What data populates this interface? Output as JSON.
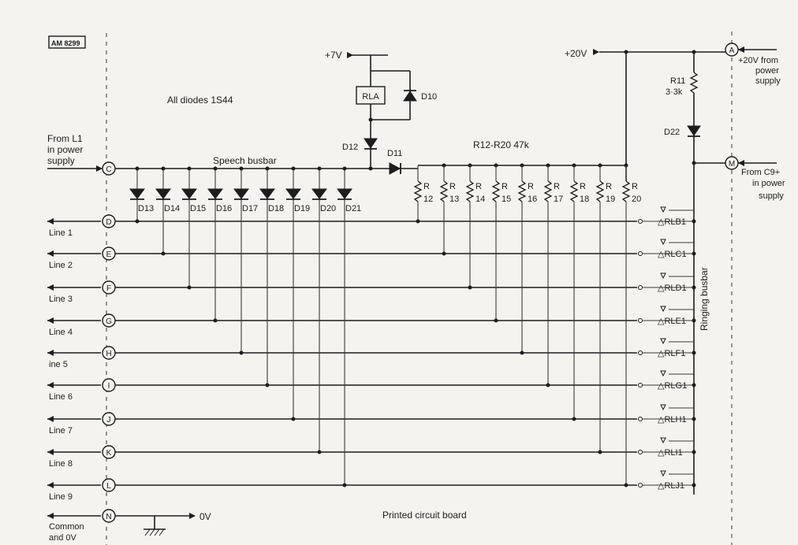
{
  "ref_code": "AM 8299",
  "labels": {
    "all_diodes": "All diodes  1S44",
    "speech_busbar": "Speech busbar",
    "r_range": "R12-R20  47k",
    "ringing_busbar": "Ringing busbar",
    "pcb": "Printed circuit board",
    "plus7": "+7V",
    "plus20": "+20V",
    "zero_v": "0V",
    "rla": "RLA",
    "d10": "D10",
    "d11": "D11",
    "d12": "D12",
    "d22": "D22",
    "r11": "R11",
    "r11_val": "3·3k",
    "from_l1": [
      "From L1",
      "in power",
      "supply"
    ],
    "from_c9": [
      "From C9+",
      "in power",
      "supply"
    ],
    "plus20_from": [
      "+20V from",
      "power",
      "supply"
    ]
  },
  "terminals": {
    "C": "C",
    "D": "D",
    "E": "E",
    "F": "F",
    "G": "G",
    "H": "H",
    "I": "I",
    "J": "J",
    "K": "K",
    "L": "L",
    "N": "N",
    "A": "A",
    "M": "M"
  },
  "lines": [
    "Line 1",
    "Line 2",
    "Line 3",
    "Line 4",
    "ine 5",
    "Line 6",
    "Line 7",
    "Line 8",
    "Line 9"
  ],
  "common": [
    "Common",
    "and 0V"
  ],
  "diodes": [
    "D13",
    "D14",
    "D15",
    "D16",
    "D17",
    "D18",
    "D19",
    "D20",
    "D21"
  ],
  "resistors": [
    "12",
    "13",
    "14",
    "15",
    "16",
    "17",
    "18",
    "19",
    "20"
  ],
  "relays": [
    "RLB1",
    "RLC1",
    "RLD1",
    "RLE1",
    "RLF1",
    "RLG1",
    "RLH1",
    "RLI1",
    "RLJ1"
  ]
}
